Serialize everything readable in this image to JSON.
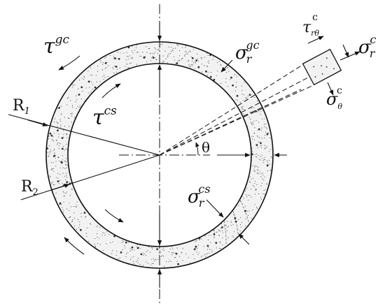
{
  "labels": {
    "tau_gc": {
      "base": "τ",
      "sup": "gc"
    },
    "tau_cs": {
      "base": "τ",
      "sup": "cs"
    },
    "sigma_r_gc": {
      "base": "σ",
      "sub": "r",
      "sup": "gc"
    },
    "sigma_r_cs": {
      "base": "σ",
      "sub": "r",
      "sup": "cs"
    },
    "sigma_r_c": {
      "base": "σ",
      "sub": "r",
      "sup": "c"
    },
    "tau_r_theta_c": {
      "base": "τ",
      "sub": "rθ",
      "sup": "c"
    },
    "sigma_theta_c": {
      "base": "σ",
      "sub": "θ",
      "sup": "c"
    },
    "theta": "θ",
    "R1": {
      "base": "R",
      "sub": "1"
    },
    "R2": {
      "base": "R",
      "sub": "2"
    }
  },
  "colors": {
    "stroke": "#111111",
    "ring_fill": "#f2f2f2",
    "speckle": "#333333"
  }
}
